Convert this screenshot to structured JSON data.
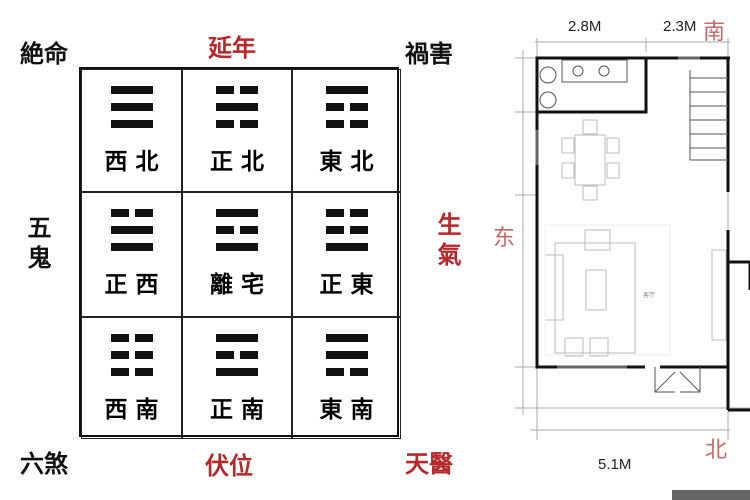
{
  "corners": {
    "top_left": "絶命",
    "top_center": "延年",
    "top_right": "禍害",
    "left": "五鬼",
    "right": "生氣",
    "bottom_left": "六煞",
    "bottom_center": "伏位",
    "bottom_right": "天醫"
  },
  "cells": [
    {
      "name": "西北",
      "trigram": [
        1,
        1,
        1
      ]
    },
    {
      "name": "正北",
      "trigram": [
        0,
        1,
        0
      ]
    },
    {
      "name": "東北",
      "trigram": [
        1,
        0,
        0
      ]
    },
    {
      "name": "正西",
      "trigram": [
        0,
        1,
        1
      ]
    },
    {
      "name": "離宅",
      "trigram": [
        1,
        0,
        1
      ]
    },
    {
      "name": "正東",
      "trigram": [
        0,
        0,
        1
      ]
    },
    {
      "name": "西南",
      "trigram": [
        0,
        0,
        0
      ]
    },
    {
      "name": "正南",
      "trigram": [
        1,
        0,
        1
      ]
    },
    {
      "name": "東南",
      "trigram": [
        1,
        1,
        0
      ]
    }
  ],
  "floorplan": {
    "dim_top_left": "2.8M",
    "dim_top_right": "2.3M",
    "dim_bottom": "5.1M",
    "south": "南",
    "east": "东",
    "north": "北",
    "room_label": "客厅"
  },
  "colors": {
    "red": "#b5292a",
    "compass": "#c36a6a"
  }
}
